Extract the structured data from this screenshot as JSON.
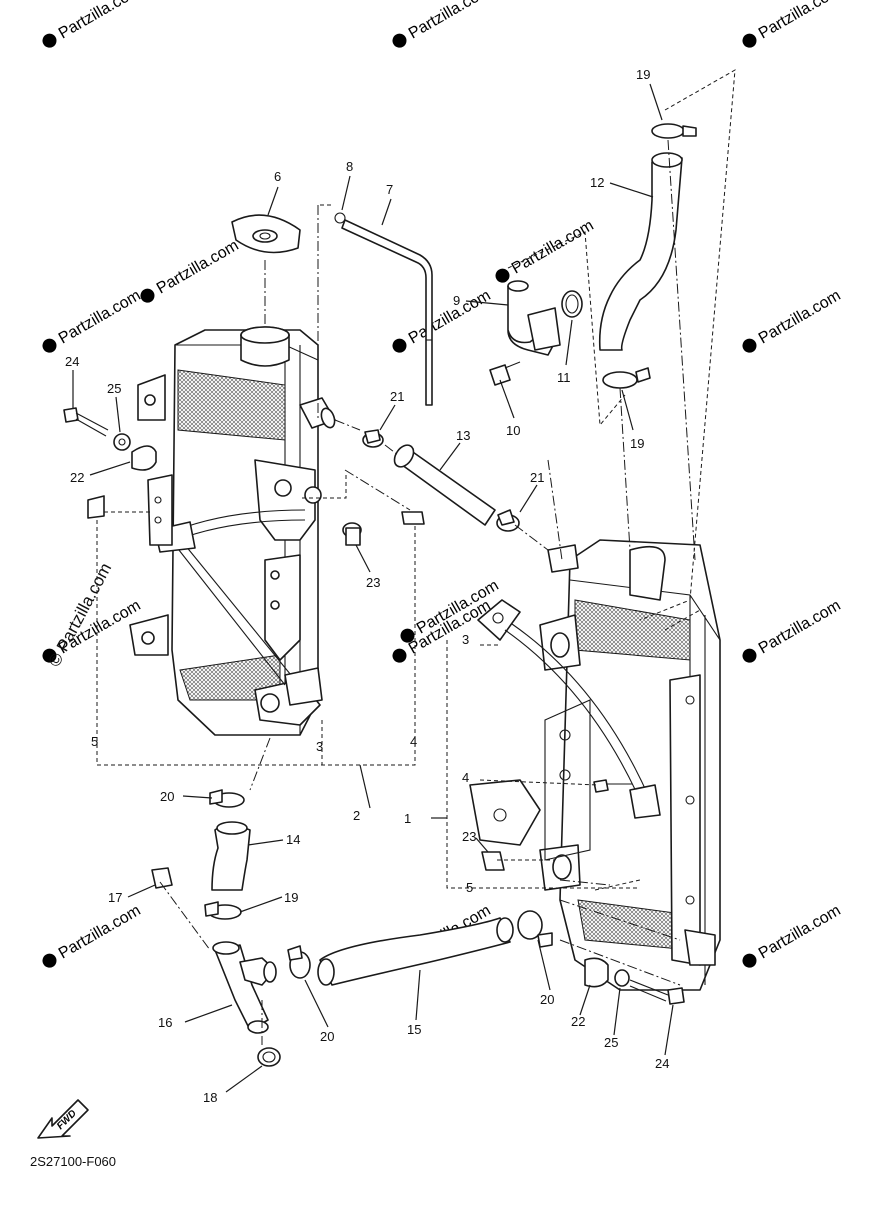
{
  "diagram": {
    "figure_code": "2S27100-F060",
    "direction_label": "FWD",
    "watermark_text": "© Partzilla.com",
    "callouts": [
      "19",
      "12",
      "8",
      "7",
      "6",
      "9",
      "11",
      "10",
      "19",
      "24",
      "25",
      "22",
      "21",
      "13",
      "21",
      "23",
      "3",
      "4",
      "5",
      "2",
      "20",
      "14",
      "17",
      "19",
      "1",
      "4",
      "23",
      "3",
      "5",
      "16",
      "20",
      "15",
      "20",
      "22",
      "25",
      "24",
      "18"
    ]
  }
}
